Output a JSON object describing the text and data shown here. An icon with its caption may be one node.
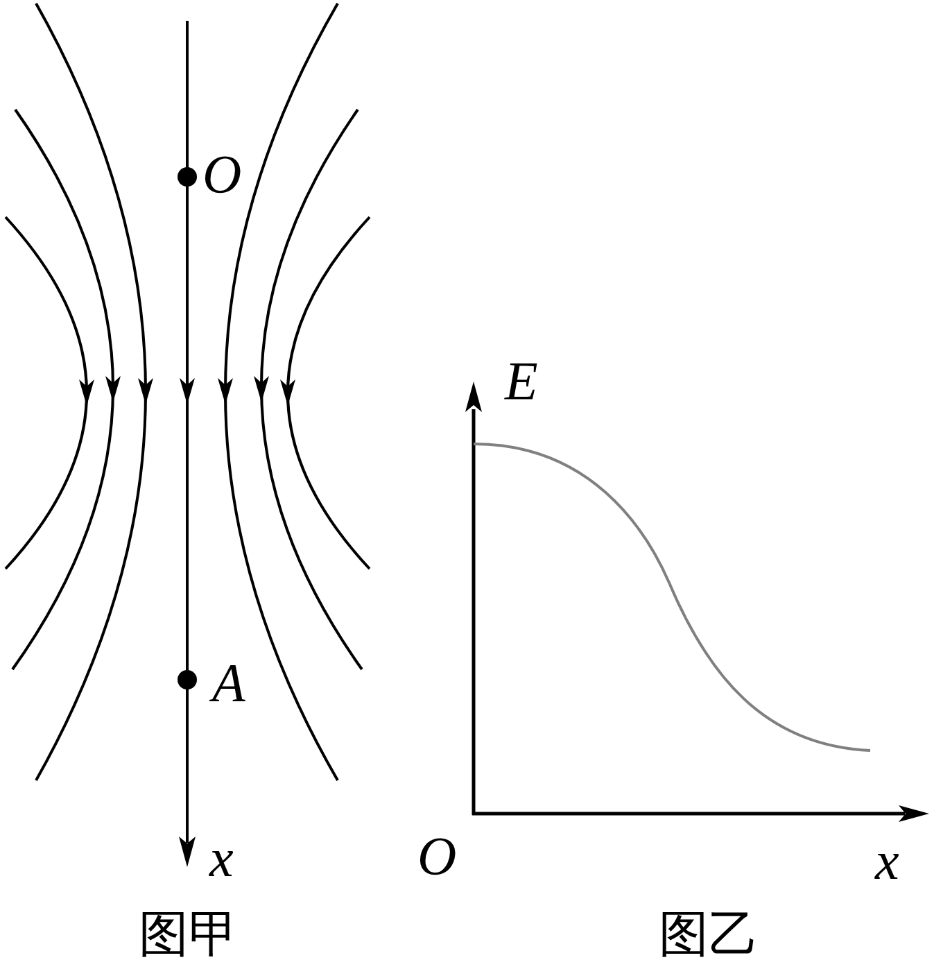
{
  "diagram": {
    "labels": [
      "O",
      "A",
      "x",
      "E",
      "O",
      "x",
      "图甲",
      "图乙"
    ]
  }
}
